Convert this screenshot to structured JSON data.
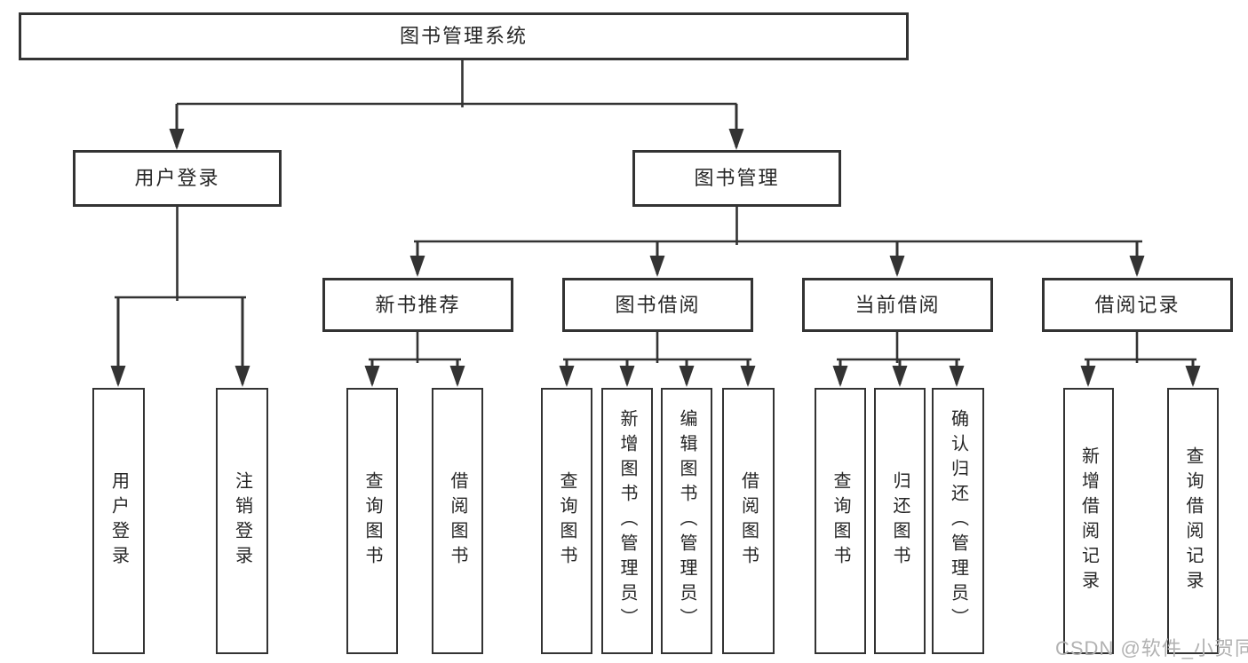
{
  "diagram": {
    "title": "图书管理系统",
    "type": "hierarchy-tree",
    "colors": {
      "line": "#333333",
      "border": "#333333",
      "text": "#262626",
      "background": "#ffffff",
      "watermark": "#b2b2b2"
    },
    "root": {
      "label": "图书管理系统"
    },
    "level2": [
      {
        "label": "用户登录"
      },
      {
        "label": "图书管理"
      }
    ],
    "level3": [
      {
        "label": "新书推荐",
        "parent": "图书管理"
      },
      {
        "label": "图书借阅",
        "parent": "图书管理"
      },
      {
        "label": "当前借阅",
        "parent": "图书管理"
      },
      {
        "label": "借阅记录",
        "parent": "图书管理"
      }
    ],
    "leafGroups": [
      {
        "parent": "用户登录",
        "items": [
          "用户登录",
          "注销登录"
        ]
      },
      {
        "parent": "新书推荐",
        "items": [
          "查询图书",
          "借阅图书"
        ]
      },
      {
        "parent": "图书借阅",
        "items": [
          "查询图书",
          "新增图书（管理员）",
          "编辑图书（管理员）",
          "借阅图书"
        ]
      },
      {
        "parent": "当前借阅",
        "items": [
          "查询图书",
          "归还图书",
          "确认归还（管理员）"
        ]
      },
      {
        "parent": "借阅记录",
        "items": [
          "新增借阅记录",
          "查询借阅记录"
        ]
      }
    ],
    "watermark": "CSDN @软件_小贺同学"
  }
}
